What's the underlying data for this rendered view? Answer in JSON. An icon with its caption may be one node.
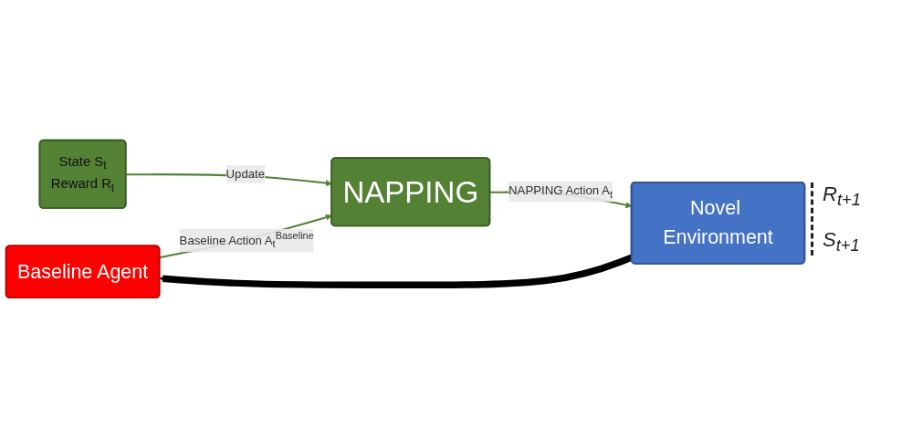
{
  "diagram": {
    "nodes": [
      {
        "text": [
          "Baseline Agent"
        ]
      },
      {
        "text": [
          "State S$_{t}$",
          "Reward R$_{t}$"
        ]
      },
      {
        "text": [
          "NAPPING"
        ]
      },
      {
        "text": [
          "Novel Environment"
        ]
      }
    ],
    "edges": [
      {
        "from": 3,
        "to": 0,
        "arrow": "to",
        "style": "thick",
        "color": "#000000"
      },
      {
        "from": 1,
        "to": 2,
        "arrow": "to",
        "label": "Update"
      },
      {
        "from": 0,
        "to": 2,
        "arrow": "to",
        "label": "Baseline Action A$_{t}$$^{Baseline}$"
      },
      {
        "from": 2,
        "to": 3,
        "arrow": "to",
        "label": "NAPPING Action A$_{t}$"
      }
    ],
    "labels": [
      "R$_{t+1}$",
      "S$_{t+1}$"
    ]
  }
}
